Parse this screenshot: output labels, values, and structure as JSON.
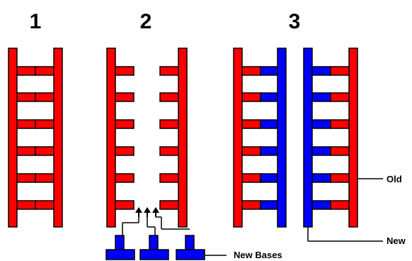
{
  "step_numbers": [
    "1",
    "2",
    "3"
  ],
  "labels": {
    "old": "Old",
    "new": "New",
    "new_bases": "New Bases"
  },
  "colors": {
    "old_strand": "#ff0000",
    "new_strand": "#0000ff",
    "outline": "#000000",
    "background": "#ffffff"
  }
}
